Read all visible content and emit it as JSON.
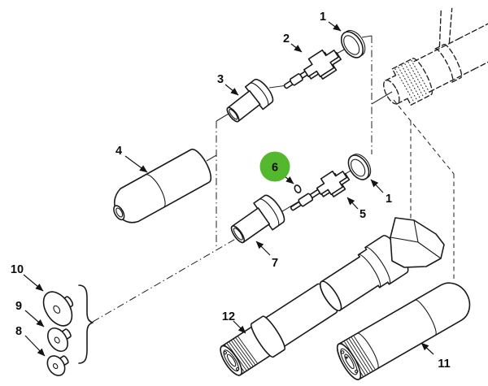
{
  "figure": {
    "type": "exploded-parts-diagram",
    "description": "Exploded view line drawing of an optical sight eyepiece assembly with numbered callouts; callout 6 is highlighted in green; a phantom (dashed) host assembly is shown at top right.",
    "background": "#ffffff"
  },
  "colors": {
    "line": "#1a1a1a",
    "construction": "#2a2a2a",
    "highlight": "#53b82e",
    "label": "#0d0d0d"
  },
  "callouts": {
    "c1a": {
      "label": "1"
    },
    "c2": {
      "label": "2"
    },
    "c3": {
      "label": "3"
    },
    "c4": {
      "label": "4"
    },
    "c1b": {
      "label": "1"
    },
    "c5": {
      "label": "5"
    },
    "c6": {
      "label": "6",
      "highlighted": true
    },
    "c7": {
      "label": "7"
    },
    "c8": {
      "label": "8"
    },
    "c9": {
      "label": "9"
    },
    "c10": {
      "label": "10"
    },
    "c11": {
      "label": "11"
    },
    "c12": {
      "label": "12"
    }
  }
}
